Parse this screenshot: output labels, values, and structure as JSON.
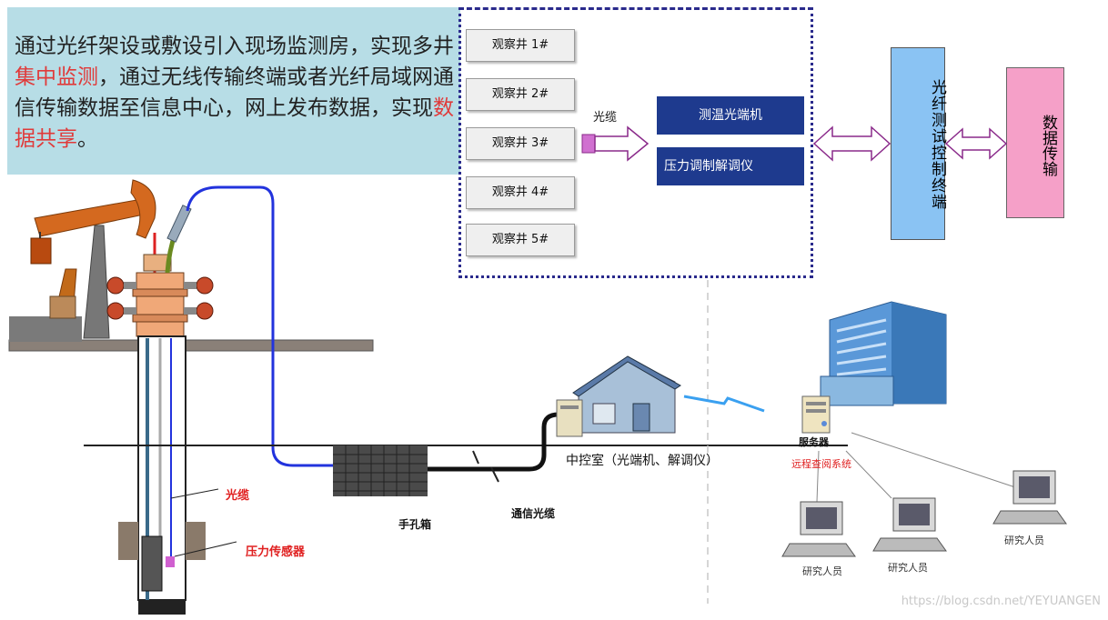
{
  "intro": {
    "segments": [
      {
        "text": "通过光纤架设或敷设引入现场监测房，实现多井",
        "highlight": false
      },
      {
        "text": "集中监测",
        "highlight": true
      },
      {
        "text": "，通过无线传输终端或者光纤局域网通信传输数据至信息中心，网上发布数据，实现",
        "highlight": false
      },
      {
        "text": "数据共享",
        "highlight": true
      },
      {
        "text": "。",
        "highlight": false
      }
    ],
    "highlight_color": "#e03a3a"
  },
  "wells": [
    "观察井 1#",
    "观察井 2#",
    "观察井 3#",
    "观察井 4#",
    "观察井 5#"
  ],
  "cable_label": "光缆",
  "boxes": {
    "temp": "测温光端机",
    "pressure": "压力调制解调仪",
    "terminal": "光纤测试控制终端",
    "data_tx": "数据传输"
  },
  "labels": {
    "cable": "光缆",
    "pressure_sensor": "压力传感器",
    "handhole": "手孔箱",
    "comm_cable": "通信光缆",
    "control_room": "中控室（光端机、解调仪）",
    "server": "服务器",
    "remote_query": "远程查阅系统",
    "researcher1": "研究人员",
    "researcher2": "研究人员",
    "researcher3": "研究人员"
  },
  "watermark": "https://blog.csdn.net/YEYUANGEN",
  "colors": {
    "intro_bg": "#b7dde6",
    "blue_box": "#1e3a8e",
    "terminal_bg": "#8ac3f3",
    "data_tx_bg": "#f5a0c8",
    "arrow": "#8a2a8a"
  }
}
